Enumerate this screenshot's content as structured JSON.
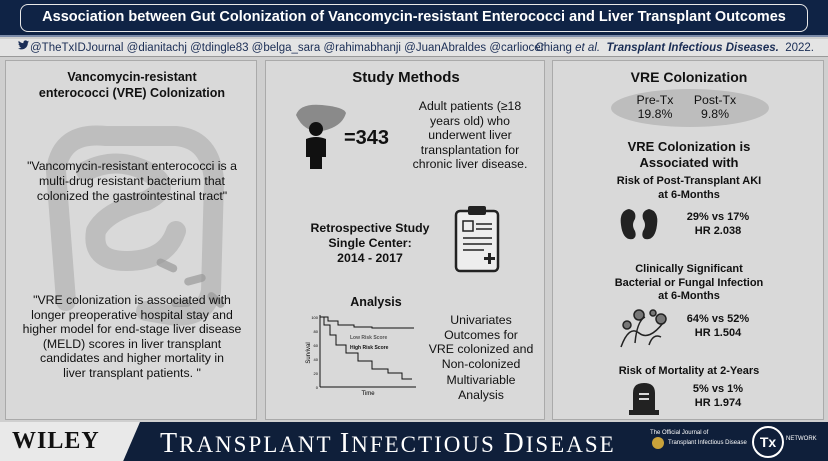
{
  "header": {
    "title": "Association between Gut Colonization of Vancomycin-resistant Enterococci and Liver Transplant Outcomes",
    "handles": "@TheTxIDJournal @dianitachj @tdingle83 @belga_sara @rahimabhanji @JuanAbraldes @carliocer",
    "citation_author": "Chiang",
    "citation_etal": "et al.",
    "citation_journal": "Transplant Infectious Diseases.",
    "citation_year": "2022."
  },
  "panel1": {
    "title_line1": "Vancomycin-resistant",
    "title_line2": "enterococci (VRE) Colonization",
    "quote1_line1": "\"Vancomycin-resistant enterococci is a",
    "quote1_line2": "multi-drug resistant bacterium that",
    "quote1_line3": "colonized the gastrointestinal tract\"",
    "quote2_line1": "\"VRE colonization is associated with",
    "quote2_line2": "longer preoperative hospital stay and",
    "quote2_line3": "higher model for end-stage liver disease",
    "quote2_line4": "(MELD) scores in liver transplant",
    "quote2_line5": "candidates and higher mortality in",
    "quote2_line6": "liver transplant patients. \""
  },
  "panel2": {
    "title": "Study Methods",
    "count": "=343",
    "patients_line1": "Adult patients (≥18",
    "patients_line2": "years old) who",
    "patients_line3": "underwent liver",
    "patients_line4": "transplantation for",
    "patients_line5": "chronic liver disease.",
    "design_line1": "Retrospective Study",
    "design_line2": "Single Center:",
    "design_line3": "2014 - 2017",
    "analysis_title": "Analysis",
    "analysis_line1": "Univariates",
    "analysis_line2": "Outcomes for",
    "analysis_line3": "VRE colonized and",
    "analysis_line4": "Non-colonized",
    "analysis_line5": "Multivariable",
    "analysis_line6": "Analysis",
    "km_low": "Low Risk Score",
    "km_high": "High Risk Score",
    "km_ylabel": "Survival",
    "km_xlabel": "Time",
    "km_ticks": [
      "100",
      "80",
      "60",
      "40",
      "20",
      "0"
    ]
  },
  "panel3": {
    "title": "VRE Colonization",
    "pre_label": "Pre-Tx",
    "pre_value": "19.8%",
    "post_label": "Post-Tx",
    "post_value": "9.8%",
    "assoc_line1": "VRE Colonization is",
    "assoc_line2": "Associated with",
    "aki_line1": "Risk of Post-Transplant AKI",
    "aki_line2": "at 6-Months",
    "aki_stat1": "29% vs 17%",
    "aki_stat2": "HR 2.038",
    "inf_line1": "Clinically Significant",
    "inf_line2": "Bacterial or Fungal Infection",
    "inf_line3": "at 6-Months",
    "inf_stat1": "64% vs 52%",
    "inf_stat2": "HR 1.504",
    "mort_line1": "Risk of Mortality at 2-Years",
    "mort_stat1": "5% vs 1%",
    "mort_stat2": "HR 1.974"
  },
  "footer": {
    "publisher": "WILEY",
    "journal_cap1": "T",
    "journal_rest1": "RANSPLANT ",
    "journal_cap2": "I",
    "journal_rest2": "NFECTIOUS ",
    "journal_cap3": "D",
    "journal_rest3": "ISEASE",
    "official_line1": "The Official Journal of",
    "official_line2": "Transplant Infectious Disease",
    "tx_logo": "Tx",
    "tx_network": "NETWORK"
  }
}
